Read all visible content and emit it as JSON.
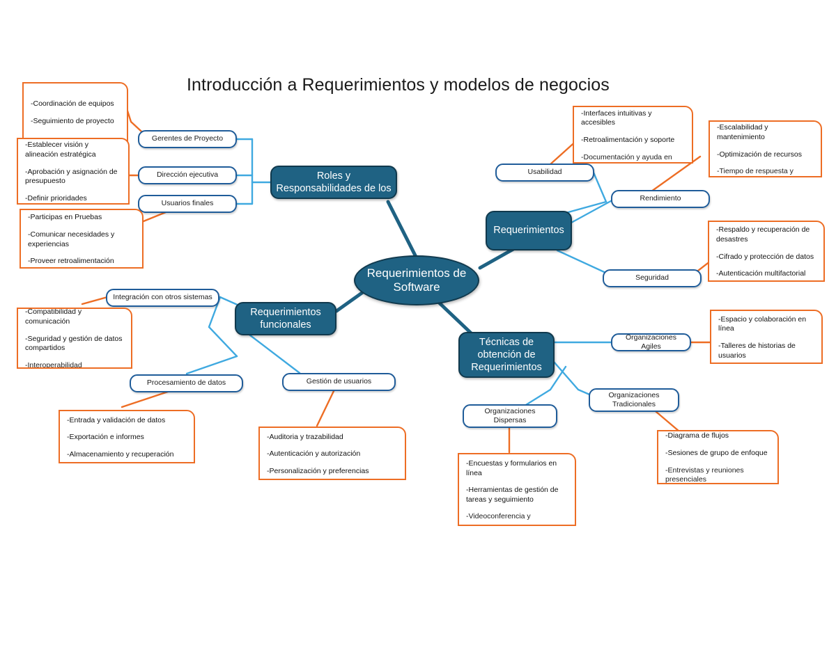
{
  "title": "Introducción a Requerimientos y modelos de negocios",
  "colors": {
    "dark_node_fill": "#1F6283",
    "dark_node_border": "#10394D",
    "light_node_border": "#1F5C99",
    "note_border": "#ED6D24",
    "edge_dark": "#1F6283",
    "edge_light": "#3FA9E0"
  },
  "center": {
    "label": "Requerimientos de Software"
  },
  "branches": [
    {
      "id": "roles",
      "label": "Roles y Responsabilidades de los"
    },
    {
      "id": "req-no-func",
      "label": "Requerimientos"
    },
    {
      "id": "req-func",
      "label": "Requerimientos funcionales"
    },
    {
      "id": "tecnicas",
      "label": "Técnicas de obtención de Requerimientos"
    }
  ],
  "sub_nodes": [
    {
      "id": "gerentes",
      "label": "Gerentes de Proyecto"
    },
    {
      "id": "direccion",
      "label": "Dirección ejecutiva"
    },
    {
      "id": "usuarios-finales",
      "label": "Usuarios finales"
    },
    {
      "id": "usabilidad",
      "label": "Usabilidad"
    },
    {
      "id": "rendimiento",
      "label": "Rendimiento"
    },
    {
      "id": "seguridad",
      "label": "Seguridad"
    },
    {
      "id": "integracion",
      "label": "Integración con otros sistemas"
    },
    {
      "id": "procesamiento",
      "label": "Procesamiento de datos"
    },
    {
      "id": "gestion-usuarios",
      "label": "Gestión de usuarios"
    },
    {
      "id": "org-agiles",
      "label": "Organizaciones Agiles"
    },
    {
      "id": "org-tradicionales",
      "label": "Organizaciones Tradicionales"
    },
    {
      "id": "org-dispersas",
      "label": "Organizaciones Dispersas"
    }
  ],
  "notes": {
    "gerentes": {
      "lines": [
        "-Coordinación de equipos",
        "-Seguimiento de proyecto"
      ]
    },
    "direccion": {
      "lines": [
        "-Establecer visión y alineación estratégica",
        "-Aprobación y asignación de presupuesto",
        "-Definir prioridades"
      ]
    },
    "usuarios_finales": {
      "lines": [
        "-Participas en Pruebas",
        "-Comunicar necesidades y experiencias",
        "-Proveer retroalimentación"
      ]
    },
    "usabilidad": {
      "lines": [
        "-Interfaces intuitivas y accesibles",
        "-Retroalimentación y soporte",
        "-Documentación y ayuda en"
      ]
    },
    "rendimiento": {
      "lines": [
        "-Escalabilidad y mantenimiento",
        "-Optimización de recursos",
        "-Tiempo de respuesta y"
      ]
    },
    "seguridad": {
      "lines": [
        "-Respaldo y recuperación de desastres",
        "-Cifrado y protección de datos",
        "-Autenticación multifactorial"
      ]
    },
    "integracion": {
      "lines": [
        "-Compatibilidad y comunicación",
        "-Seguridad y gestión de datos compartidos",
        "-Interoperabilidad"
      ]
    },
    "procesamiento": {
      "lines": [
        "-Entrada y validación de datos",
        "-Exportación e informes",
        "-Almacenamiento y recuperación"
      ]
    },
    "gestion_usuarios": {
      "lines": [
        "-Auditoria y trazabilidad",
        "-Autenticación y autorización",
        "-Personalización y preferencias"
      ]
    },
    "org_agiles": {
      "lines": [
        "-Espacio y colaboración en línea",
        "-Talleres de historias de usuarios"
      ]
    },
    "org_tradicionales": {
      "lines": [
        "-Diagrama de flujos",
        "-Sesiones de grupo de enfoque",
        "-Entrevistas y reuniones presenciales"
      ]
    },
    "org_dispersas": {
      "lines": [
        "-Encuestas y formularios en línea",
        "-Herramientas de gestión de tareas y seguimiento",
        "-Videoconferencia y"
      ]
    }
  }
}
